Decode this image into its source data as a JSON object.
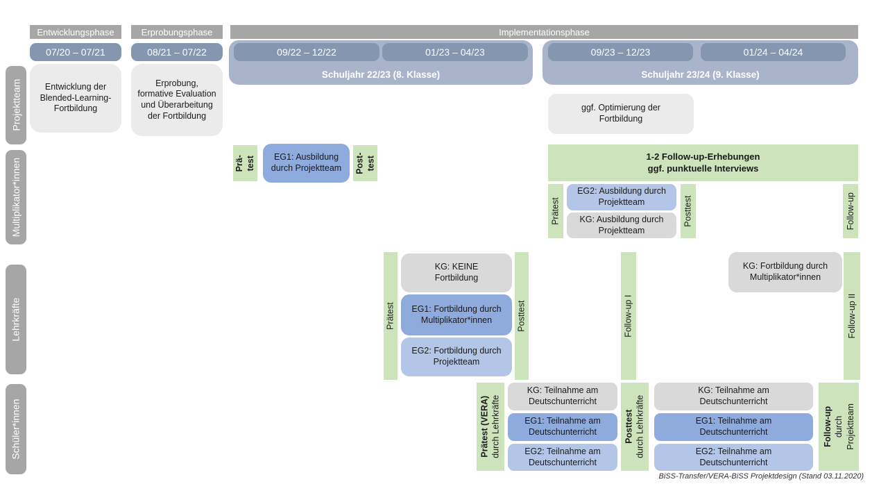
{
  "header": {
    "phases": [
      "Entwicklungsphase",
      "Erprobungsphase",
      "Implementationsphase"
    ],
    "dates": [
      "07/20 – 07/21",
      "08/21 – 07/22",
      "09/22 – 12/22",
      "01/23 – 04/23",
      "09/23 – 12/23",
      "01/24 – 04/24"
    ],
    "school_years": [
      "Schuljahr 22/23 (8. Klasse)",
      "Schuljahr 23/24 (9. Klasse)"
    ]
  },
  "row_labels": [
    "Projektteam",
    "Multiplikator*innen",
    "Lehrkräfte",
    "Schüler*innen"
  ],
  "projektteam": {
    "entwicklung": "Entwicklung der Blended-Learning-Fortbildung",
    "erprobung": "Erprobung, formative Evaluation und Überarbeitung der Fortbildung",
    "optimierung": "ggf. Optimierung der Fortbildung"
  },
  "multiplikator": {
    "pretest1": {
      "l1": "Prä-",
      "l2": "test"
    },
    "eg1": "EG1: Ausbildung durch Projektteam",
    "posttest1": {
      "l1": "Post-",
      "l2": "test"
    },
    "followup_box": {
      "l1": "1-2 Follow-up-Erhebungen",
      "l2": "ggf. punktuelle Interviews"
    },
    "pretest2": "Prätest",
    "eg2": "EG2: Ausbildung durch Projektteam",
    "kg": "KG: Ausbildung durch Projektteam",
    "posttest2": "Posttest",
    "followup": "Follow-up"
  },
  "lehrkraefte": {
    "pretest": "Prätest",
    "kg": "KG: KEINE Fortbildung",
    "eg1": "EG1: Fortbildung durch Multiplikator*innen",
    "eg2": "EG2: Fortbildung durch Projektteam",
    "posttest": "Posttest",
    "followup1": "Follow-up I",
    "kg2": "KG: Fortbildung durch Multiplikator*innen",
    "followup2": "Follow-up II"
  },
  "schueler": {
    "pretest": {
      "l1": "Prätest (VERA)",
      "l2": "durch  Lehrkräfte"
    },
    "kg": "KG: Teilnahme am Deutschunterricht",
    "eg1": "EG1: Teilnahme am Deutschunterricht",
    "eg2": "EG2: Teilnahme am Deutschunterricht",
    "posttest": {
      "l1": "Posttest",
      "l2": "durch  Lehrkräfte"
    },
    "kg2": "KG: Teilnahme am Deutschunterricht",
    "eg1b": "EG1: Teilnahme am Deutschunterricht",
    "eg2b": "EG2: Teilnahme am Deutschunterricht",
    "followup": {
      "l1": "Follow-up",
      "l2": "durch",
      "l3": "Projektteam"
    }
  },
  "caption": "BiSS-Transfer/VERA-BiSS Projektdesign (Stand 03.11.2020)",
  "colors": {
    "phase_bar": "#a6a6a6",
    "date_bar": "#8496b0",
    "school_year_band": "#a9b4ca",
    "box_light_gray": "#ebebeb",
    "box_kg_gray": "#d9d9d9",
    "box_eg1_blue": "#8faadc",
    "box_eg2_blue": "#b4c6e7",
    "box_green": "#cce3bb",
    "row_label_gray": "#a6a6a6"
  }
}
